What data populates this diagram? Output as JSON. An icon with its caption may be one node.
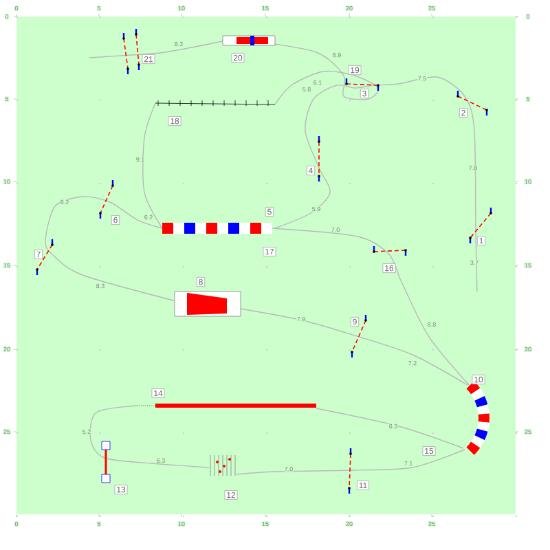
{
  "diagram": {
    "nodes": [
      {
        "text": [
          "21"
        ]
      },
      {
        "text": [
          "20"
        ]
      },
      {
        "text": [
          "19"
        ]
      },
      {
        "text": [
          "3"
        ]
      },
      {
        "text": [
          "2"
        ]
      },
      {
        "text": [
          "18"
        ]
      },
      {
        "text": [
          "4"
        ]
      },
      {
        "text": [
          "6"
        ]
      },
      {
        "text": [
          "5"
        ]
      },
      {
        "text": [
          "1"
        ]
      },
      {
        "text": [
          "7"
        ]
      },
      {
        "text": [
          "17"
        ]
      },
      {
        "text": [
          "16"
        ]
      },
      {
        "text": [
          "8"
        ]
      },
      {
        "text": [
          "9"
        ]
      },
      {
        "text": [
          "10"
        ]
      },
      {
        "text": [
          "14"
        ]
      },
      {
        "text": [
          "15"
        ]
      },
      {
        "text": [
          "13"
        ]
      },
      {
        "text": [
          "12"
        ]
      },
      {
        "text": [
          "11"
        ]
      }
    ],
    "labels": [
      "0",
      "5",
      "10",
      "15",
      "20",
      "25",
      "0",
      "5",
      "10",
      "15",
      "20",
      "25",
      "0",
      "5",
      "10",
      "15",
      "20",
      "25",
      "0",
      "5",
      "10",
      "15",
      "20",
      "25",
      "8.2",
      "6.9",
      "6.1",
      "5.8",
      "7.5",
      "7.8",
      "3.7",
      "9.1",
      "8.2",
      "6.2",
      "5.9",
      "7.0",
      "8.3",
      "7.9",
      "8.8",
      "7.2",
      "6.3",
      "7.1",
      "7.0",
      "6.3",
      "5.2"
    ]
  }
}
